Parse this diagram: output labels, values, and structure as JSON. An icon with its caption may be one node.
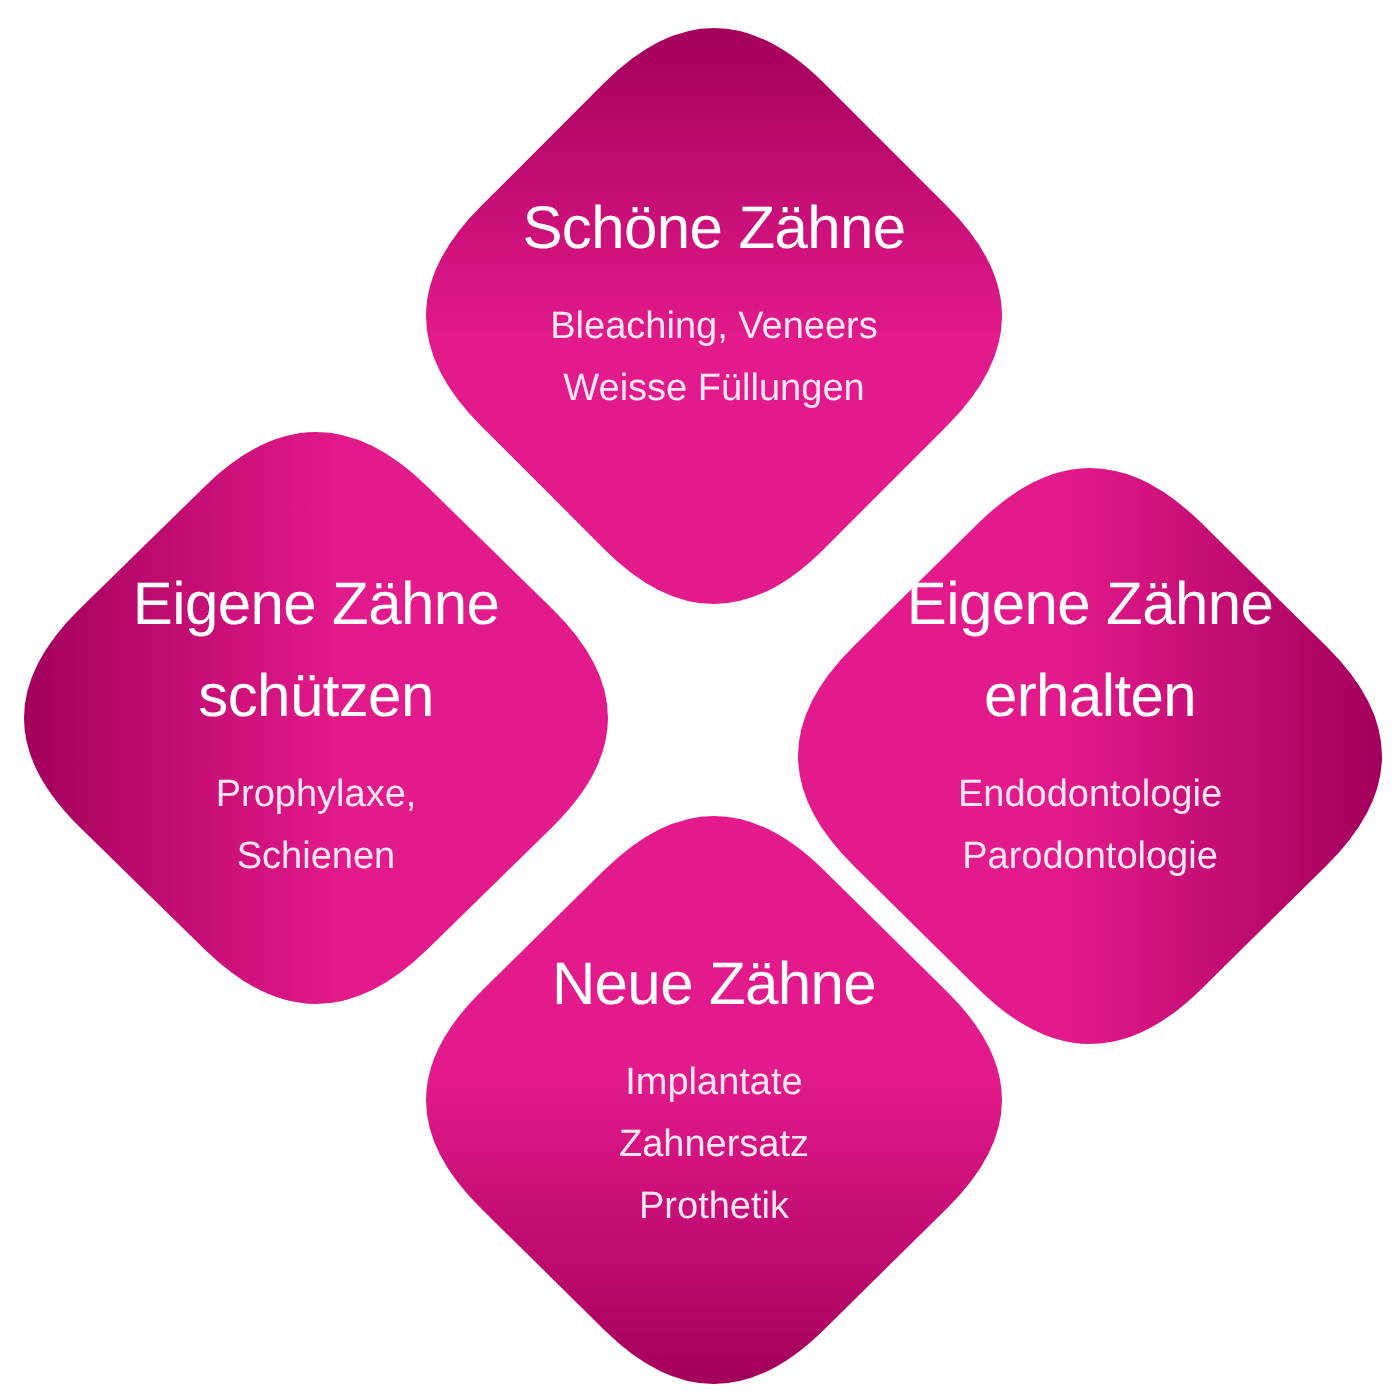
{
  "diagram": {
    "nodes": [
      {
        "text": [
          "Schöne Zähne",
          "Bleaching, Veneers Weisse Füllungen"
        ]
      },
      {
        "text": [
          "Eigene Zähne schützen",
          "Prophylaxe, Schienen"
        ]
      },
      {
        "text": [
          "Eigene Zähne erhalten",
          "Endodontologie Parodontologie"
        ]
      },
      {
        "text": [
          "Neue Zähne",
          "Implantate Zahnersatz Prothetik"
        ]
      }
    ]
  }
}
